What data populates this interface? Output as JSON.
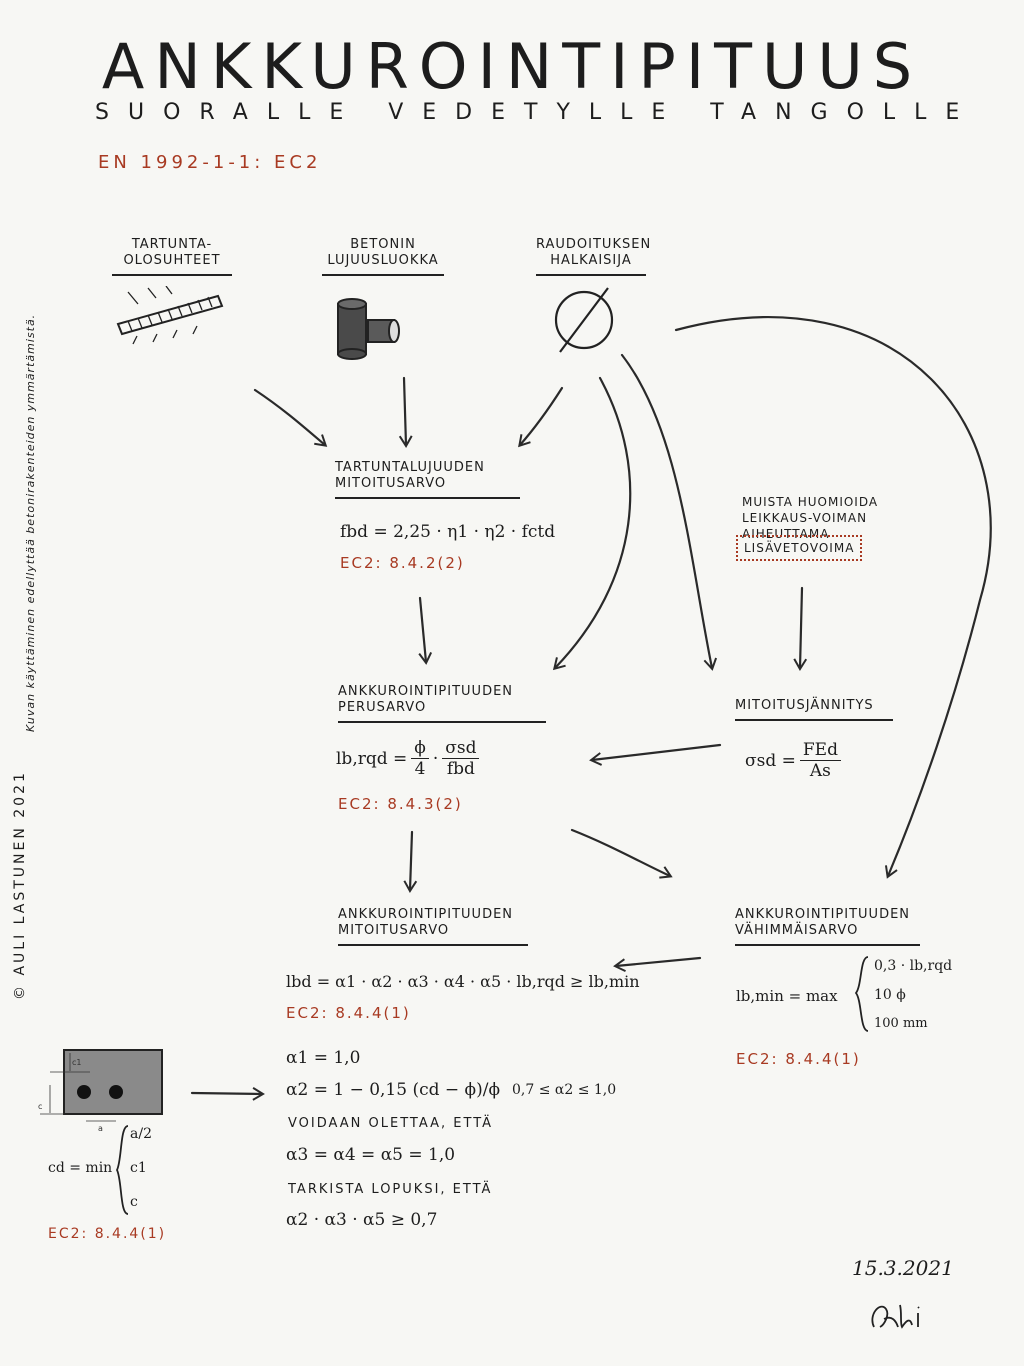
{
  "header": {
    "title": "ANKKUROINTIPITUUS",
    "subtitle": "SUORALLE VEDETYLLE TANGOLLE",
    "standard": "EN 1992-1-1: EC2"
  },
  "inputs": {
    "bond": "TARTUNTA-OLOSUHTEET",
    "concrete": "BETONIN LUJUUSLUOKKA",
    "diameter": "RAUDOITUKSEN HALKAISIJA"
  },
  "bond_strength": {
    "label": "TARTUNTALUJUUDEN MITOITUSARVO",
    "formula": "fbd = 2,25 · η1 · η2 · fctd",
    "ref": "EC2: 8.4.2(2)"
  },
  "note": {
    "text": "MUISTA HUOMIOIDA LEIKKAUS-VOIMAN AIHEUTTAMA",
    "highlight": "LISÄVETOVOIMA"
  },
  "basic_length": {
    "label": "ANKKUROINTIPITUUDEN PERUSARVO",
    "lhs": "lb,rqd =",
    "phi": "ϕ",
    "four": "4",
    "sigma": "σsd",
    "fbd": "fbd",
    "ref": "EC2: 8.4.3(2)"
  },
  "stress": {
    "label": "MITOITUSJÄNNITYS",
    "lhs": "σsd =",
    "num": "FEd",
    "den": "As"
  },
  "design_length": {
    "label": "ANKKUROINTIPITUUDEN MITOITUSARVO",
    "formula": "lbd = α1 · α2 · α3 · α4 · α5 · lb,rqd ≥ lb,min",
    "ref": "EC2: 8.4.4(1)"
  },
  "min_length": {
    "label": "ANKKUROINTIPITUUDEN VÄHIMMÄISARVO",
    "lhs": "lb,min = max",
    "opt1": "0,3 · lb,rqd",
    "opt2": "10 ϕ",
    "opt3": "100 mm",
    "ref": "EC2: 8.4.4(1)"
  },
  "alphas": {
    "a1": "α1 = 1,0",
    "a2": "α2 = 1 − 0,15 (cd − ϕ)/ϕ",
    "a2_range": "0,7 ≤ α2 ≤ 1,0",
    "assume": "VOIDAAN OLETTAA, ETTÄ",
    "a345": "α3 = α4 = α5 = 1,0",
    "check": "TARKISTA LOPUKSI, ETTÄ",
    "product": "α2 · α3 · α5 ≥ 0,7"
  },
  "cover": {
    "lhs": "cd = min",
    "o1": "a/2",
    "o2": "c1",
    "o3": "c",
    "ref": "EC2: 8.4.4(1)",
    "dim_a": "a",
    "dim_c": "c",
    "dim_c1": "c1"
  },
  "footer": {
    "date": "15.3.2021",
    "copyright": "© AULI LASTUNEN 2021",
    "usage": "Kuvan käyttäminen edellyttää betonirakenteiden ymmärtämistä."
  }
}
